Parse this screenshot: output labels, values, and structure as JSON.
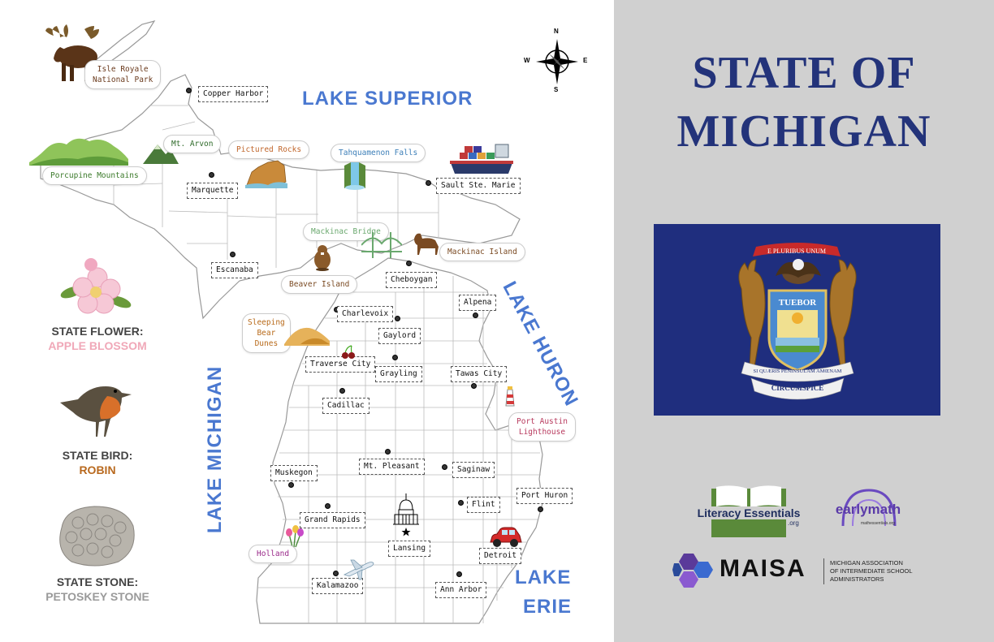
{
  "title_line1": "STATE OF",
  "title_line2": "MICHIGAN",
  "lakes": {
    "superior": "LAKE SUPERIOR",
    "huron": "LAKE HURON",
    "michigan": "LAKE MICHIGAN",
    "erie_line1": "LAKE",
    "erie_line2": "ERIE"
  },
  "compass": {
    "n": "N",
    "s": "S",
    "e": "E",
    "w": "W"
  },
  "cities": {
    "copper_harbor": "Copper Harbor",
    "marquette": "Marquette",
    "escanaba": "Escanaba",
    "sault_ste_marie": "Sault Ste. Marie",
    "cheboygan": "Cheboygan",
    "charlevoix": "Charlevoix",
    "alpena": "Alpena",
    "gaylord": "Gaylord",
    "traverse_city": "Traverse City",
    "grayling": "Grayling",
    "tawas_city": "Tawas City",
    "cadillac": "Cadillac",
    "muskegon": "Muskegon",
    "mt_pleasant": "Mt. Pleasant",
    "saginaw": "Saginaw",
    "flint": "Flint",
    "port_huron": "Port Huron",
    "grand_rapids": "Grand Rapids",
    "lansing": "Lansing",
    "detroit": "Detroit",
    "kalamazoo": "Kalamazoo",
    "ann_arbor": "Ann Arbor"
  },
  "landmarks": {
    "isle_royale_l1": "Isle Royale",
    "isle_royale_l2": "National Park",
    "mt_arvon": "Mt. Arvon",
    "pictured_rocks": "Pictured Rocks",
    "tahquamenon": "Tahquamenon Falls",
    "porcupine": "Porcupine Mountains",
    "mackinac_bridge": "Mackinac Bridge",
    "mackinac_island": "Mackinac Island",
    "beaver_island": "Beaver Island",
    "sleeping_l1": "Sleeping",
    "sleeping_l2": "Bear",
    "sleeping_l3": "Dunes",
    "port_austin_l1": "Port Austin",
    "port_austin_l2": "Lighthouse",
    "holland": "Holland"
  },
  "landmark_colors": {
    "isle_royale": "#6b3b1e",
    "mt_arvon": "#2f6b2a",
    "pictured_rocks": "#c0652a",
    "tahquamenon": "#3d7fb8",
    "porcupine": "#3b7a2a",
    "mackinac_bridge": "#6aa86e",
    "mackinac_island": "#7a4a22",
    "beaver_island": "#7a4a22",
    "sleeping_bear": "#b86a1a",
    "port_austin": "#b83a5e",
    "holland": "#9a2a8a"
  },
  "state_symbols": {
    "flower_label": "STATE FLOWER:",
    "flower_value": "APPLE BLOSSOM",
    "bird_label": "STATE BIRD:",
    "bird_value": "ROBIN",
    "stone_label": "STATE STONE:",
    "stone_value": "PETOSKEY STONE"
  },
  "symbol_colors": {
    "flower": "#f0a8b8",
    "bird": "#b8691e",
    "stone": "#9a9a9a"
  },
  "flag": {
    "motto_top": "E PLURIBUS UNUM",
    "shield_word": "TUEBOR",
    "ribbon_lower": "SI QUÆRIS PENINSULAM AMŒNAM",
    "ribbon_bottom": "CIRCUMSPICE"
  },
  "logos": {
    "literacy": "Literacy Essentials",
    "literacy_org": ".org",
    "earlymath": "earlymath",
    "earlymath_url": "mathessentials.org",
    "maisa": "MAISA",
    "maisa_l1": "MICHIGAN ASSOCIATION",
    "maisa_l2": "OF INTERMEDIATE SCHOOL",
    "maisa_l3": "ADMINISTRATORS"
  },
  "colors": {
    "title": "#23337a",
    "lake_text": "#4a78d0",
    "flag_bg": "#1f2e7e",
    "side_panel_bg": "#d0d0d0"
  }
}
